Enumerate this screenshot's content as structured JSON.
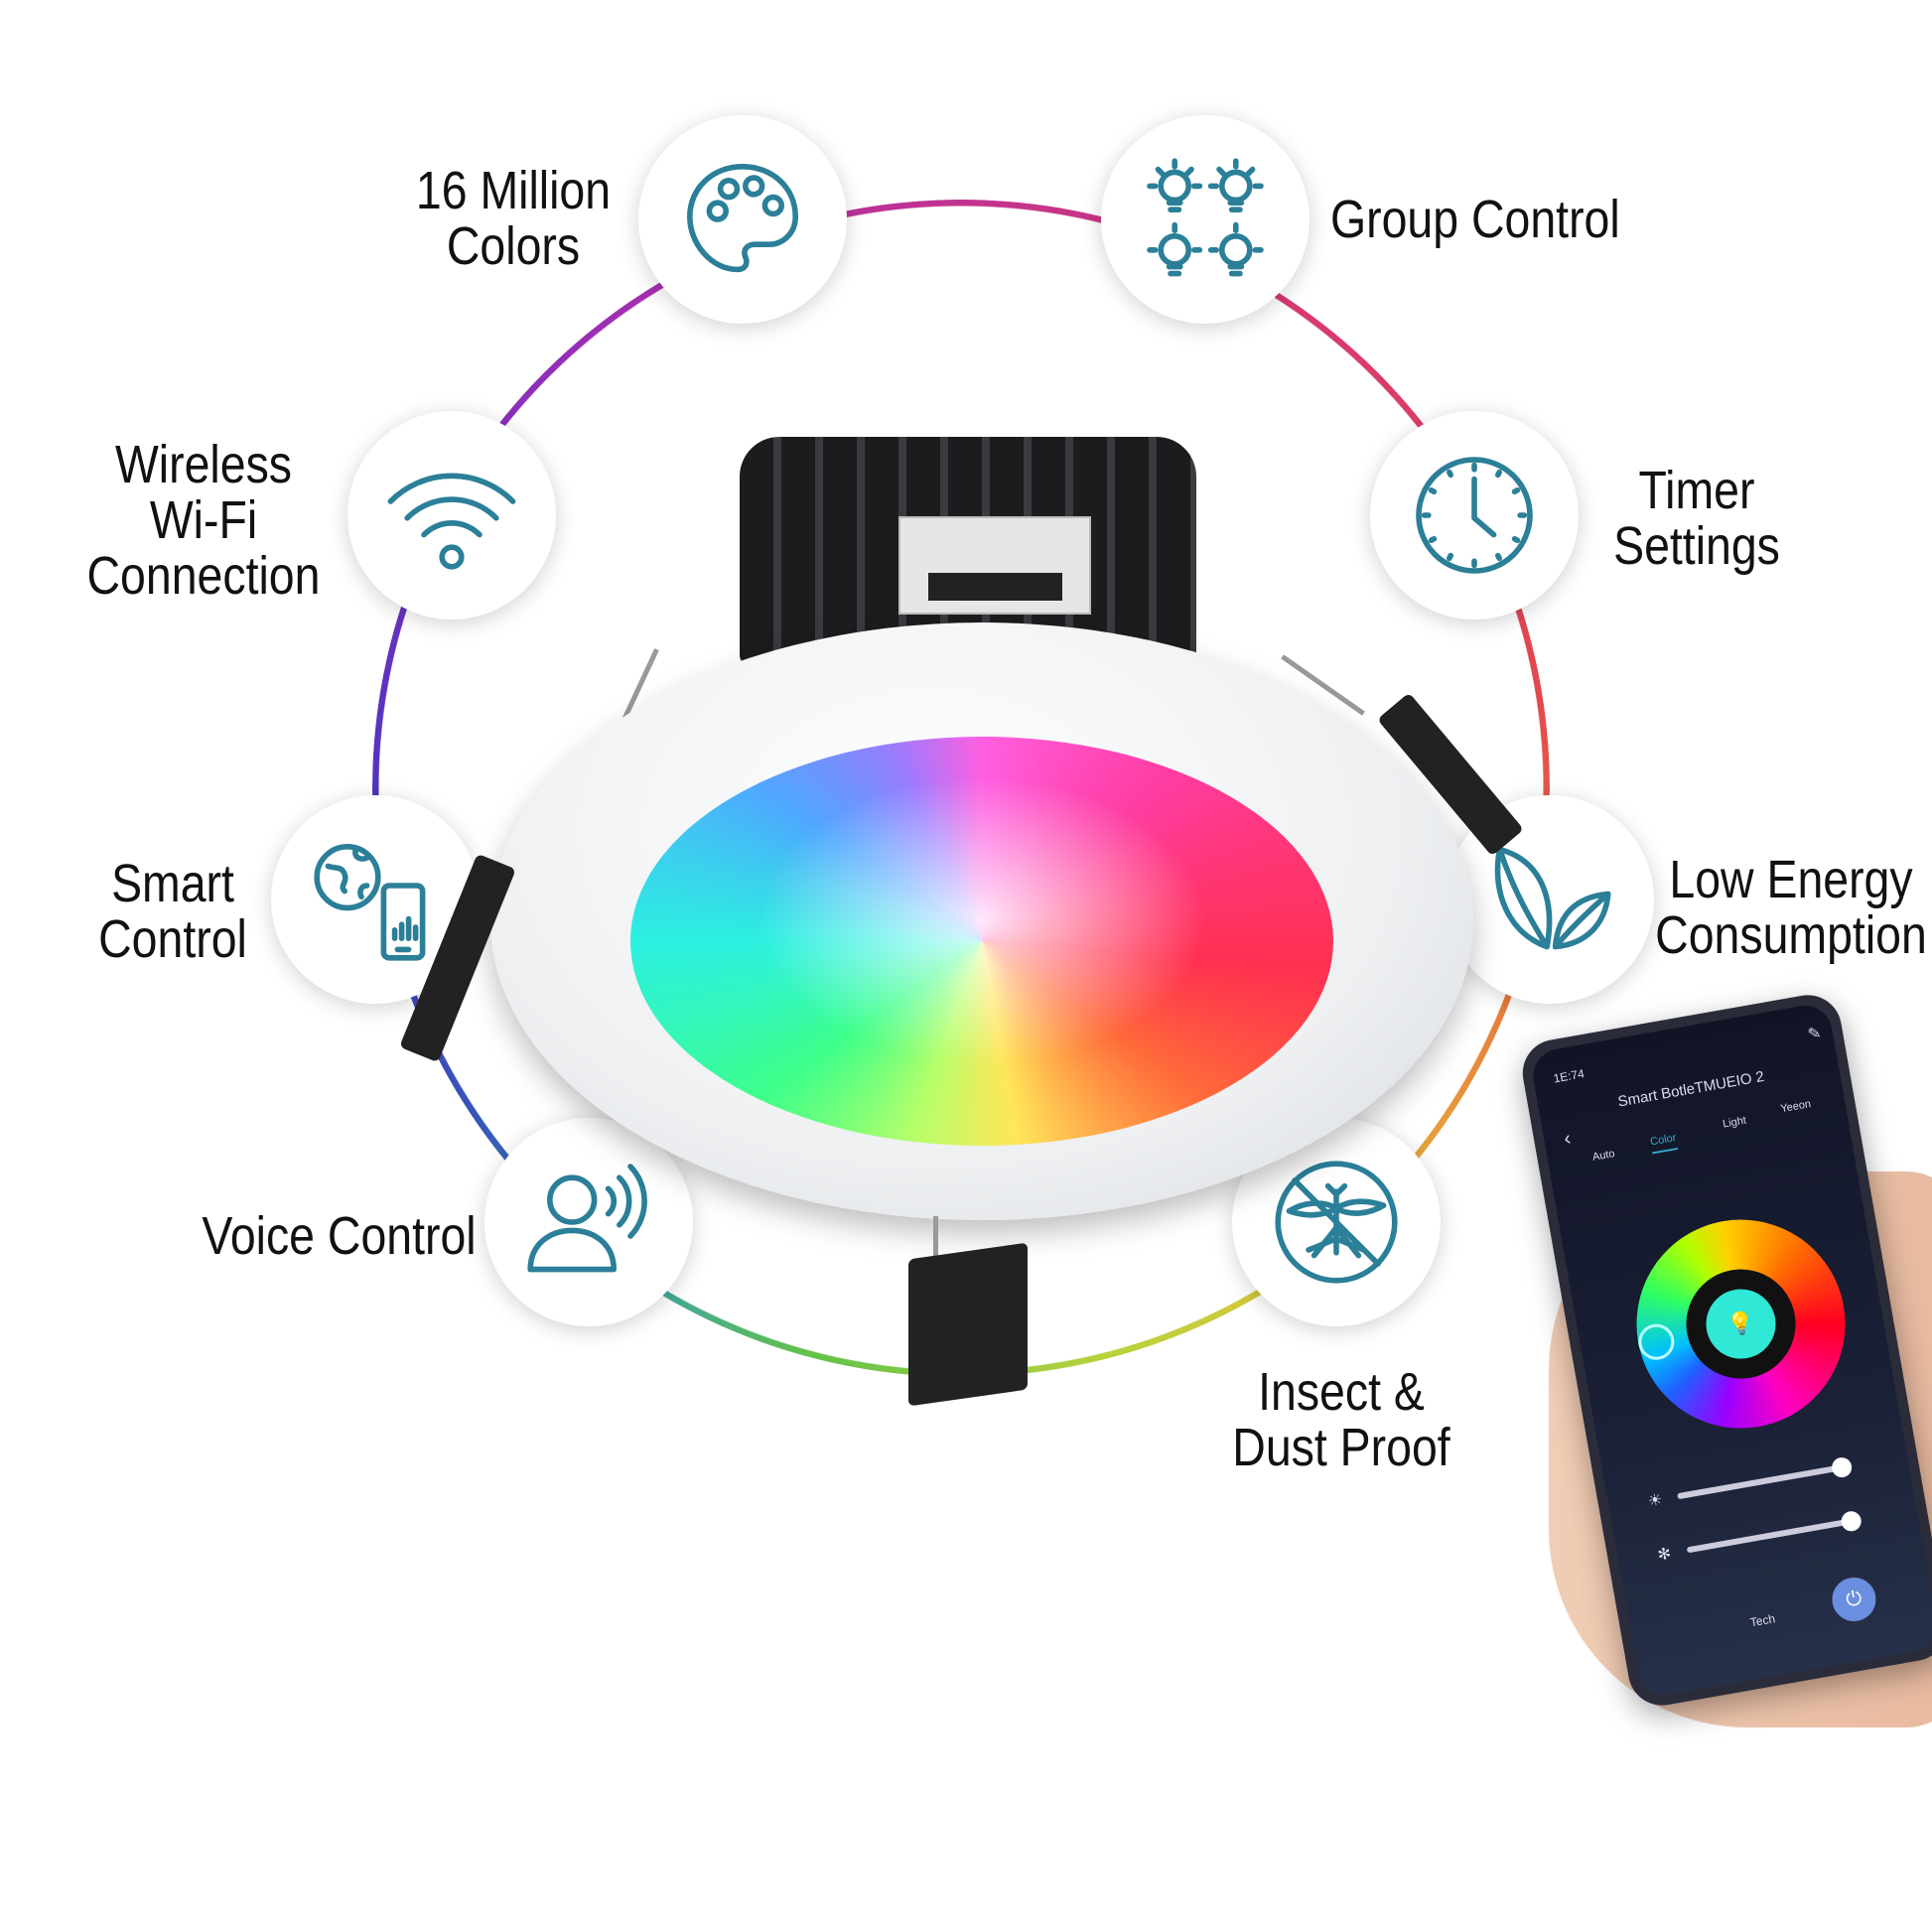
{
  "features": [
    {
      "icon": "palette-icon",
      "label": [
        "16 Million",
        "Colors"
      ]
    },
    {
      "icon": "group-bulbs-icon",
      "label": [
        "Group Control"
      ]
    },
    {
      "icon": "wifi-icon",
      "label": [
        "Wireless",
        "Wi-Fi",
        "Connection"
      ]
    },
    {
      "icon": "clock-icon",
      "label": [
        "Timer",
        "Settings"
      ]
    },
    {
      "icon": "globe-phone-icon",
      "label": [
        "Smart",
        "Control"
      ]
    },
    {
      "icon": "leaf-icon",
      "label": [
        "Low Energy",
        "Consumption"
      ]
    },
    {
      "icon": "voice-icon",
      "label": [
        "Voice Control"
      ]
    },
    {
      "icon": "no-insect-icon",
      "label": [
        "Insect &",
        "Dust Proof"
      ]
    }
  ],
  "phone": {
    "time": "1E:74",
    "title": "Smart BotleTMUEIO 2",
    "tabs": [
      "Auto",
      "Color",
      "Light",
      "Yeeon"
    ],
    "active_tab": "Color",
    "bottom_label": "Tech",
    "selected_color": "#2fe8d6",
    "slider_values": [
      0.9,
      0.95
    ]
  },
  "colors": {
    "icon": "#2b7f98",
    "text": "#111111"
  }
}
